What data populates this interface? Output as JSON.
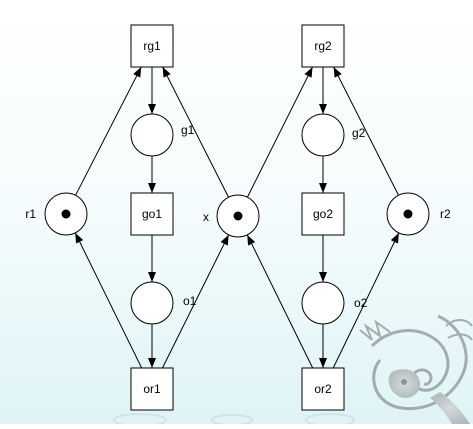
{
  "diagram": {
    "places": [
      {
        "id": "r1",
        "label": "r1",
        "tokens": 1
      },
      {
        "id": "g1",
        "label": "g1",
        "tokens": 0
      },
      {
        "id": "o1",
        "label": "o1",
        "tokens": 0
      },
      {
        "id": "x",
        "label": "x",
        "tokens": 1
      },
      {
        "id": "g2",
        "label": "g2",
        "tokens": 0
      },
      {
        "id": "o2",
        "label": "o2",
        "tokens": 0
      },
      {
        "id": "r2",
        "label": "r2",
        "tokens": 1
      }
    ],
    "transitions": [
      {
        "id": "rg1",
        "label": "rg1"
      },
      {
        "id": "go1",
        "label": "go1"
      },
      {
        "id": "or1",
        "label": "or1"
      },
      {
        "id": "rg2",
        "label": "rg2"
      },
      {
        "id": "go2",
        "label": "go2"
      },
      {
        "id": "or2",
        "label": "or2"
      }
    ],
    "arcs": [
      [
        "rg1",
        "g1"
      ],
      [
        "g1",
        "go1"
      ],
      [
        "go1",
        "o1"
      ],
      [
        "o1",
        "or1"
      ],
      [
        "r1",
        "rg1"
      ],
      [
        "x",
        "rg1"
      ],
      [
        "or1",
        "r1"
      ],
      [
        "or1",
        "x"
      ],
      [
        "rg2",
        "g2"
      ],
      [
        "g2",
        "go2"
      ],
      [
        "go2",
        "o2"
      ],
      [
        "o2",
        "or2"
      ],
      [
        "x",
        "rg2"
      ],
      [
        "r2",
        "rg2"
      ],
      [
        "or2",
        "x"
      ],
      [
        "or2",
        "r2"
      ]
    ]
  }
}
